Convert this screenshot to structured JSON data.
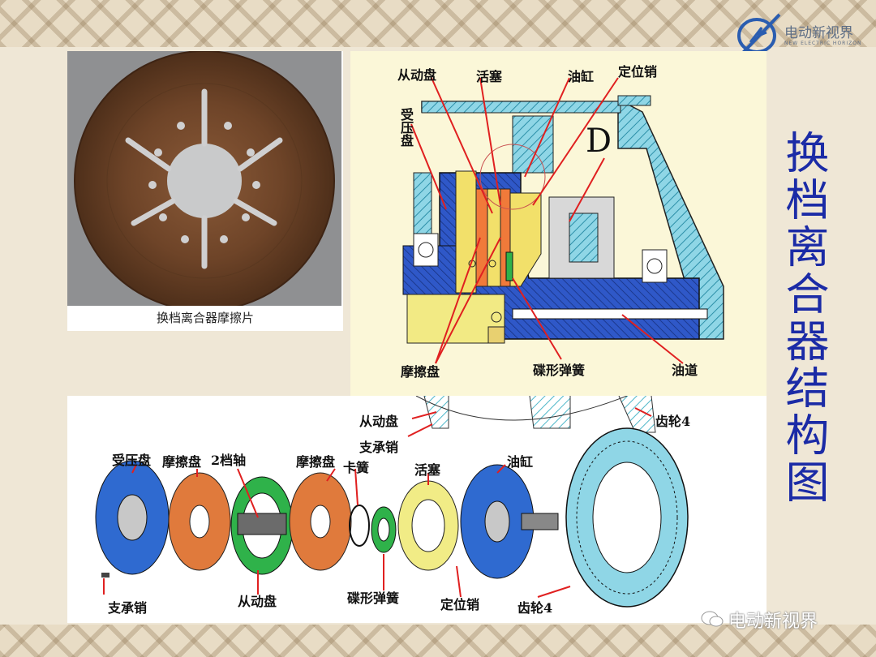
{
  "logo": {
    "text": "电动新视界",
    "sub": "NEW ELECTRIC HORIZON"
  },
  "title": "换档离合器结构图",
  "photo": {
    "caption": "换档离合器摩擦片"
  },
  "section": {
    "labels": {
      "driven_disc": "从动盘",
      "piston": "活塞",
      "cylinder": "油缸",
      "locating_pin": "定位销",
      "pressure_plate": "受压盘",
      "friction_disc": "摩擦盘",
      "disc_spring": "碟形弹簧",
      "oil_channel": "油道",
      "d_mark": "D"
    }
  },
  "exploded": {
    "labels": {
      "driven_disc_top": "从动盘",
      "support_pin_top": "支承销",
      "gear4_top": "齿轮4",
      "pressure_plate": "受压盘",
      "friction_disc1": "摩擦盘",
      "shaft2": "2档轴",
      "friction_disc2": "摩擦盘",
      "snap_ring": "卡簧",
      "piston": "活塞",
      "cylinder": "油缸",
      "support_pin": "支承销",
      "driven_disc": "从动盘",
      "disc_spring": "碟形弹簧",
      "locating_pin": "定位销",
      "gear4": "齿轮4"
    }
  },
  "watermark": "电动新视界",
  "colors": {
    "title": "#1b2ba6",
    "blue_part": "#2f58c8",
    "orange_part": "#e07a3c",
    "green_part": "#2fb24a",
    "yellow_part": "#f1ec86",
    "cyan_part": "#8fd6e6",
    "hatch_cyan": "#4fb7c9"
  }
}
